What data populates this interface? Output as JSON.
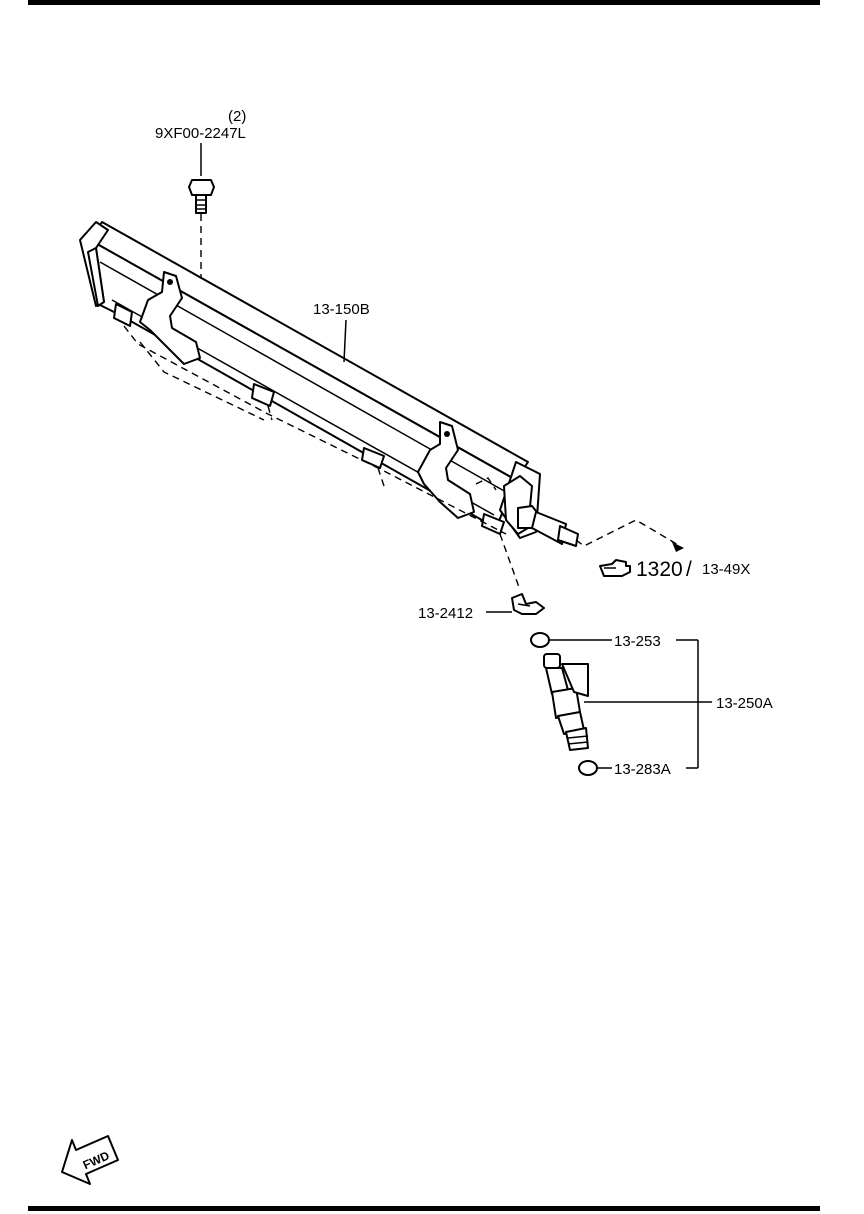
{
  "parts": {
    "bolt_qty": "(2)",
    "bolt_number": "9XF00-2247L",
    "fuel_rail": "13-150B",
    "clip": "13-2412",
    "o_ring_upper": "13-253",
    "injector": "13-250A",
    "o_ring_lower": "13-283A"
  },
  "reference": {
    "main": "1320",
    "separator": "/",
    "sub": "13-49X"
  },
  "direction": {
    "fwd_label": "FWD"
  },
  "icons": [
    "pointing-hand-icon",
    "fwd-arrow-icon"
  ]
}
